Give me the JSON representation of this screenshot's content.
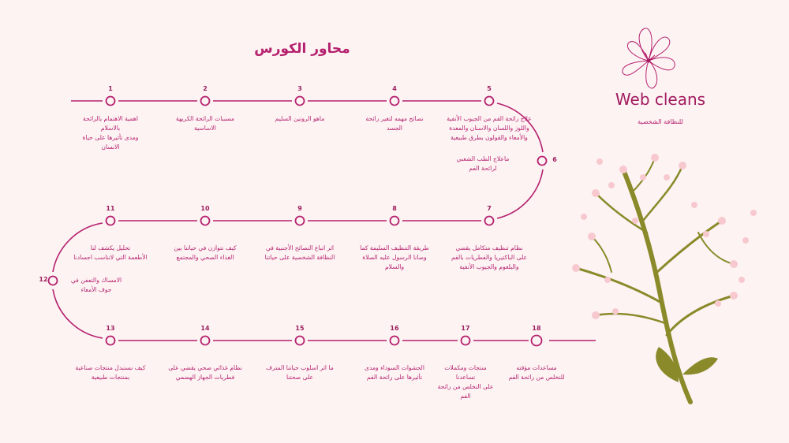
{
  "title": "محاور الكورس",
  "brand": {
    "name": "Web cleans",
    "tagline": "للنظافة الشخصية"
  },
  "colors": {
    "accent": "#b5216e",
    "background": "#fdf3f3",
    "stem": "#8a8a2a",
    "blossom": "#f7c9cf"
  },
  "items": [
    {
      "number": "1",
      "lines": [
        "اهمية الاهتمام بالرائحة",
        "بالاسلام",
        "ومدى تأثيرها على حياة",
        "الانسان"
      ]
    },
    {
      "number": "2",
      "lines": [
        "مسببات الرائحة الكريهة",
        "الاساسية"
      ]
    },
    {
      "number": "3",
      "lines": [
        "ماهو الروتين السليم"
      ]
    },
    {
      "number": "4",
      "lines": [
        "نصائح مهمه لتغير رائحة",
        "الجسد"
      ]
    },
    {
      "number": "5",
      "lines": [
        "علاج رائحة الفم من الجيوب الأنفية",
        "واللوز واللسان والاسنان والمعدة",
        "والأمعاء والقولون بطرق طبيعية"
      ]
    },
    {
      "number": "6",
      "lines": [
        "ماعلاج الطب الشعبي",
        "لرائحة الفم"
      ]
    },
    {
      "number": "7",
      "lines": [
        "نظام تنظيف متكامل يقضي",
        "على الباكتيريا والفطريات بالفم",
        "والبلعوم والجيوب الأنفية"
      ]
    },
    {
      "number": "8",
      "lines": [
        "طريقة التنظيف السليمة كما",
        "وصانا الرسول عليه الصلاة",
        "والسلام"
      ]
    },
    {
      "number": "9",
      "lines": [
        "اثر اتباع النصائح الأجنبية في",
        "النظافة الشخصية على حياتنا"
      ]
    },
    {
      "number": "10",
      "lines": [
        "كيف نتوازن في حياتنا بين",
        "الغذاء الصحي والمجتمع"
      ]
    },
    {
      "number": "11",
      "lines": [
        "تحليل يكشف لنا",
        "الأطعمة التي لاتناسب اجسادنا"
      ]
    },
    {
      "number": "12",
      "lines": [
        "الامساك والتعفن في",
        "جوف الأمعاء"
      ]
    },
    {
      "number": "13",
      "lines": [
        "كيف نستبدل منتجات صناعية",
        "بمنتجات طبيعية"
      ]
    },
    {
      "number": "14",
      "lines": [
        "نظام غذائي صحي يقضي على",
        "فطريات الجهاز الهضمي"
      ]
    },
    {
      "number": "15",
      "lines": [
        "ما اثر اسلوب حياتنا المترف",
        "على صحتنا"
      ]
    },
    {
      "number": "16",
      "lines": [
        "الحشوات السوداء ومدى",
        "تأثيرها على رائحة الفم"
      ]
    },
    {
      "number": "17",
      "lines": [
        "منتجات ومكملات",
        "تساعدنا",
        "على التخلص من رائحة",
        "الفم"
      ]
    },
    {
      "number": "18",
      "lines": [
        "مساعدات مؤقته",
        "للتخلص من رائحة الفم"
      ]
    }
  ]
}
